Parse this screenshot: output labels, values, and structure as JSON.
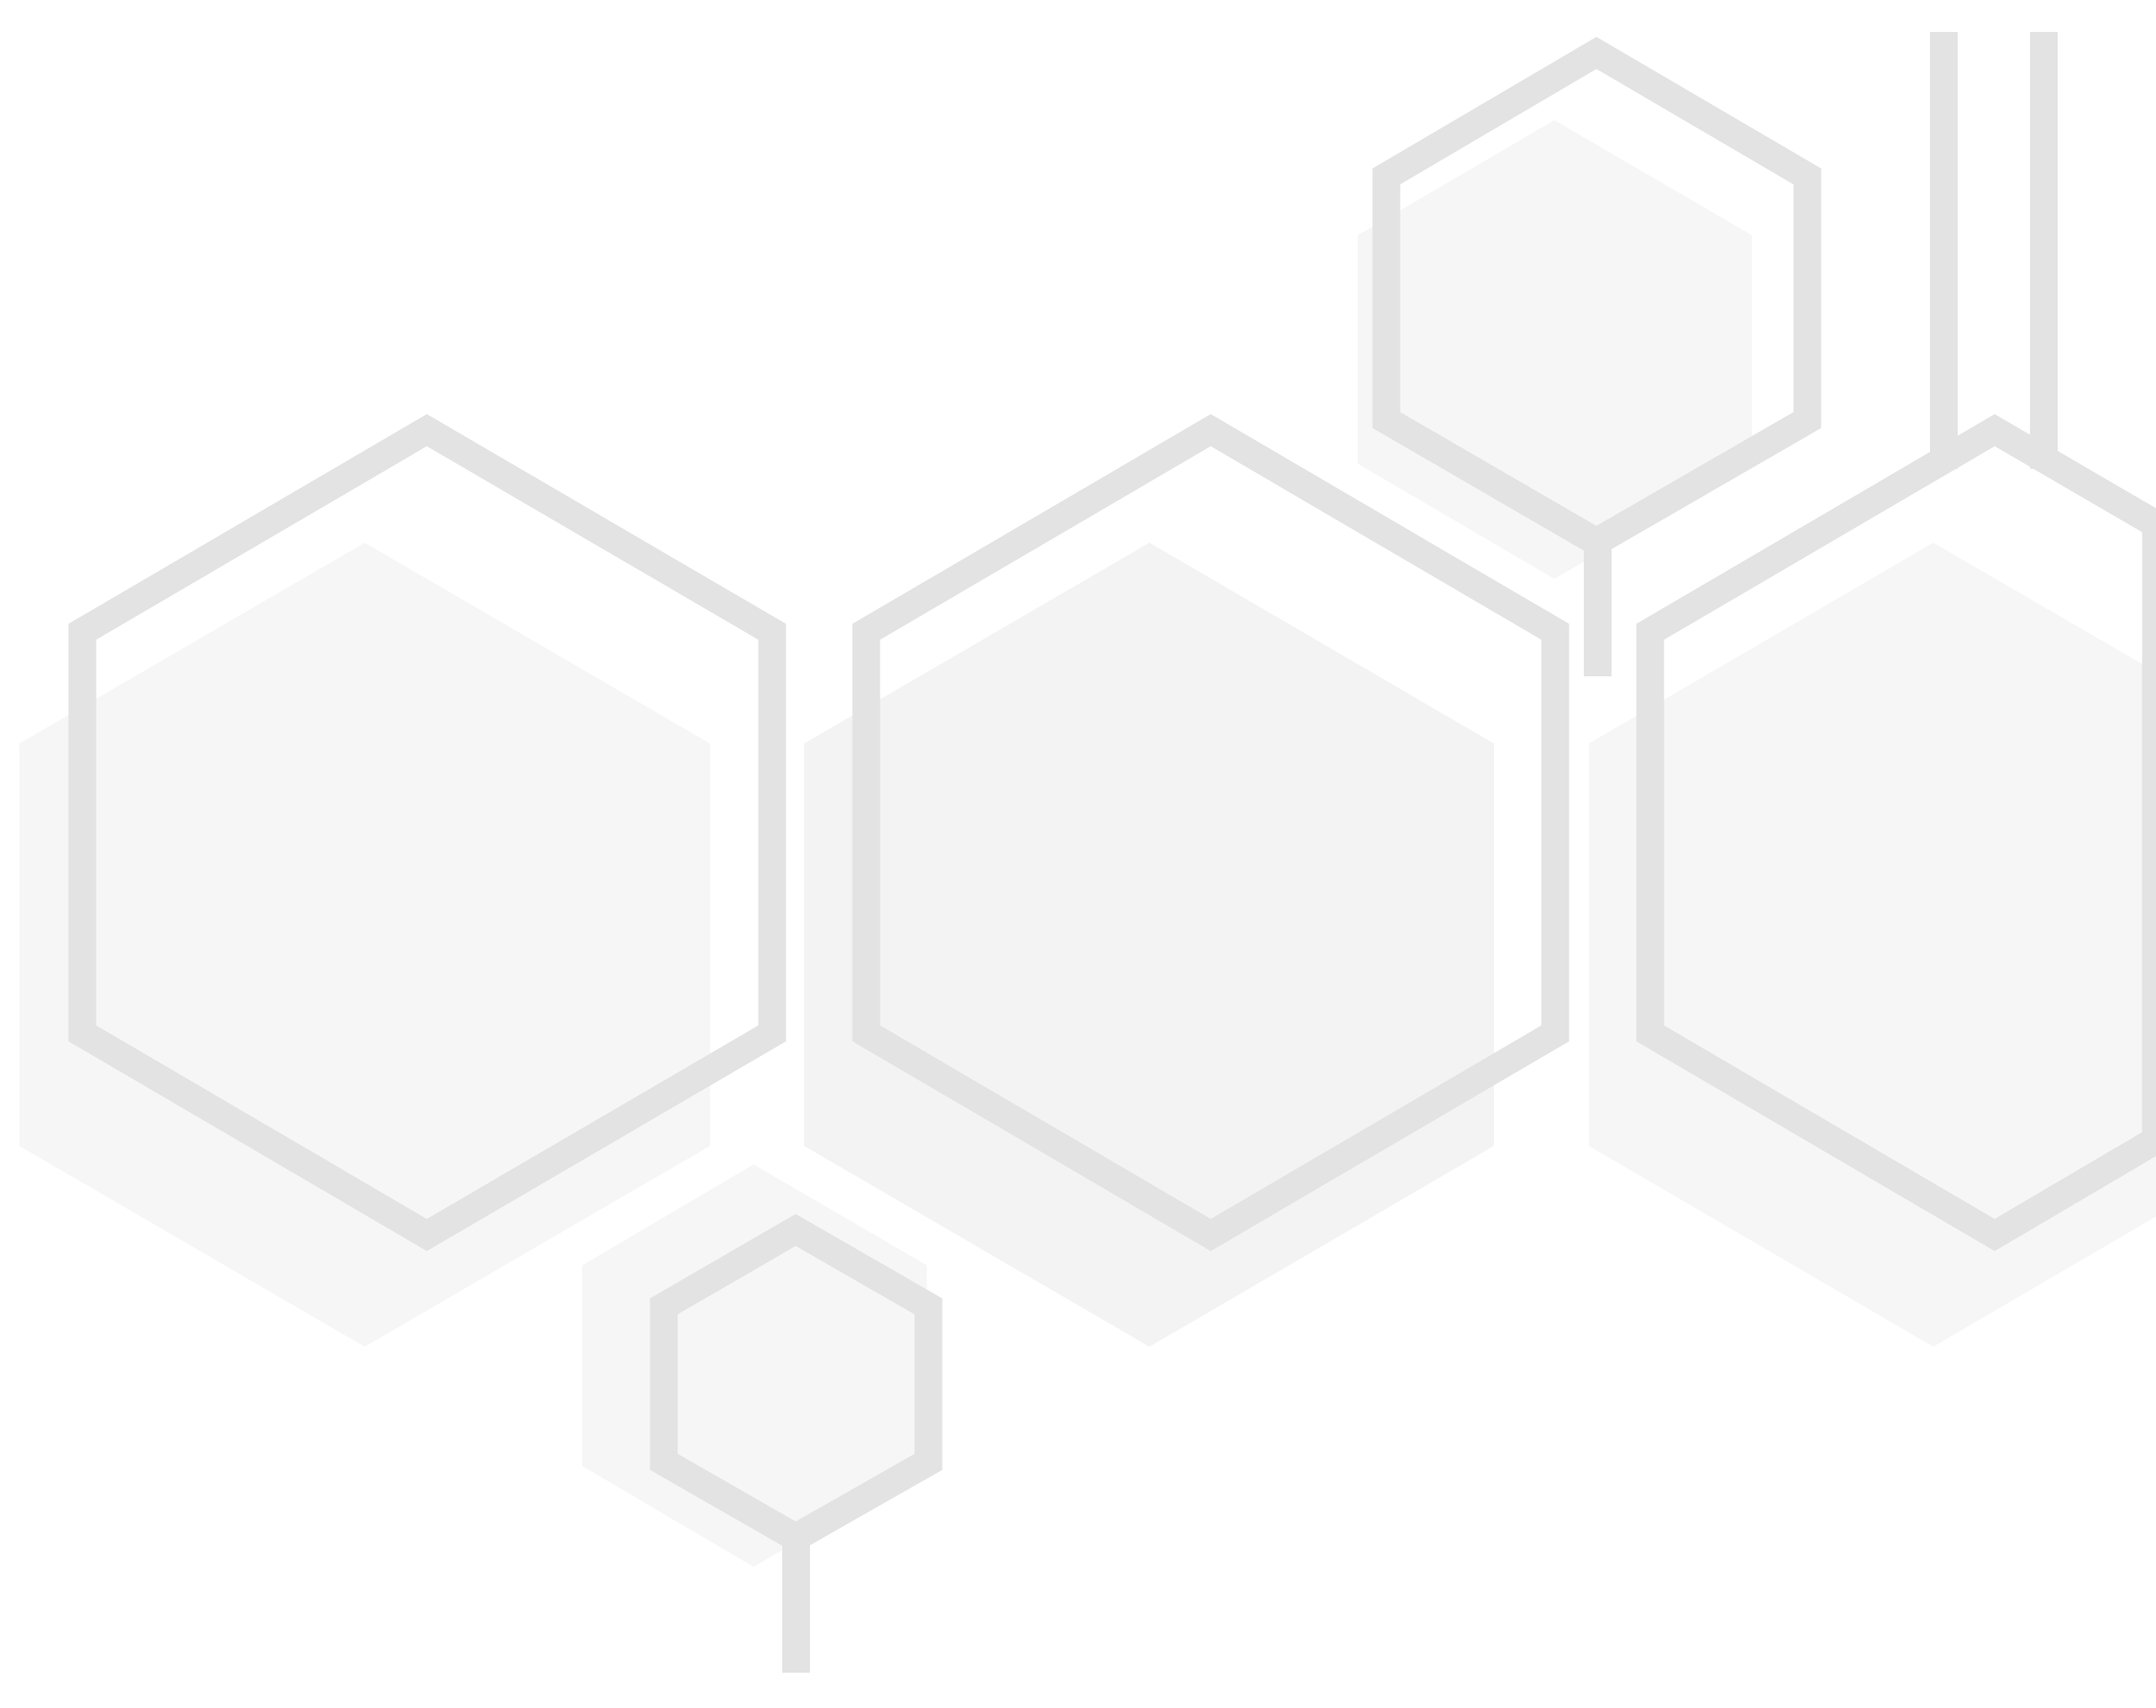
{
  "colors": {
    "background": "#ffffff",
    "outline": "#e3e3e3",
    "fill_light": "#f6f6f6",
    "fill_medium": "#f3f3f3",
    "connector": "#e3e3e3"
  },
  "icons": [
    "hexagon-outline",
    "hexagon-fill",
    "connector-line"
  ]
}
